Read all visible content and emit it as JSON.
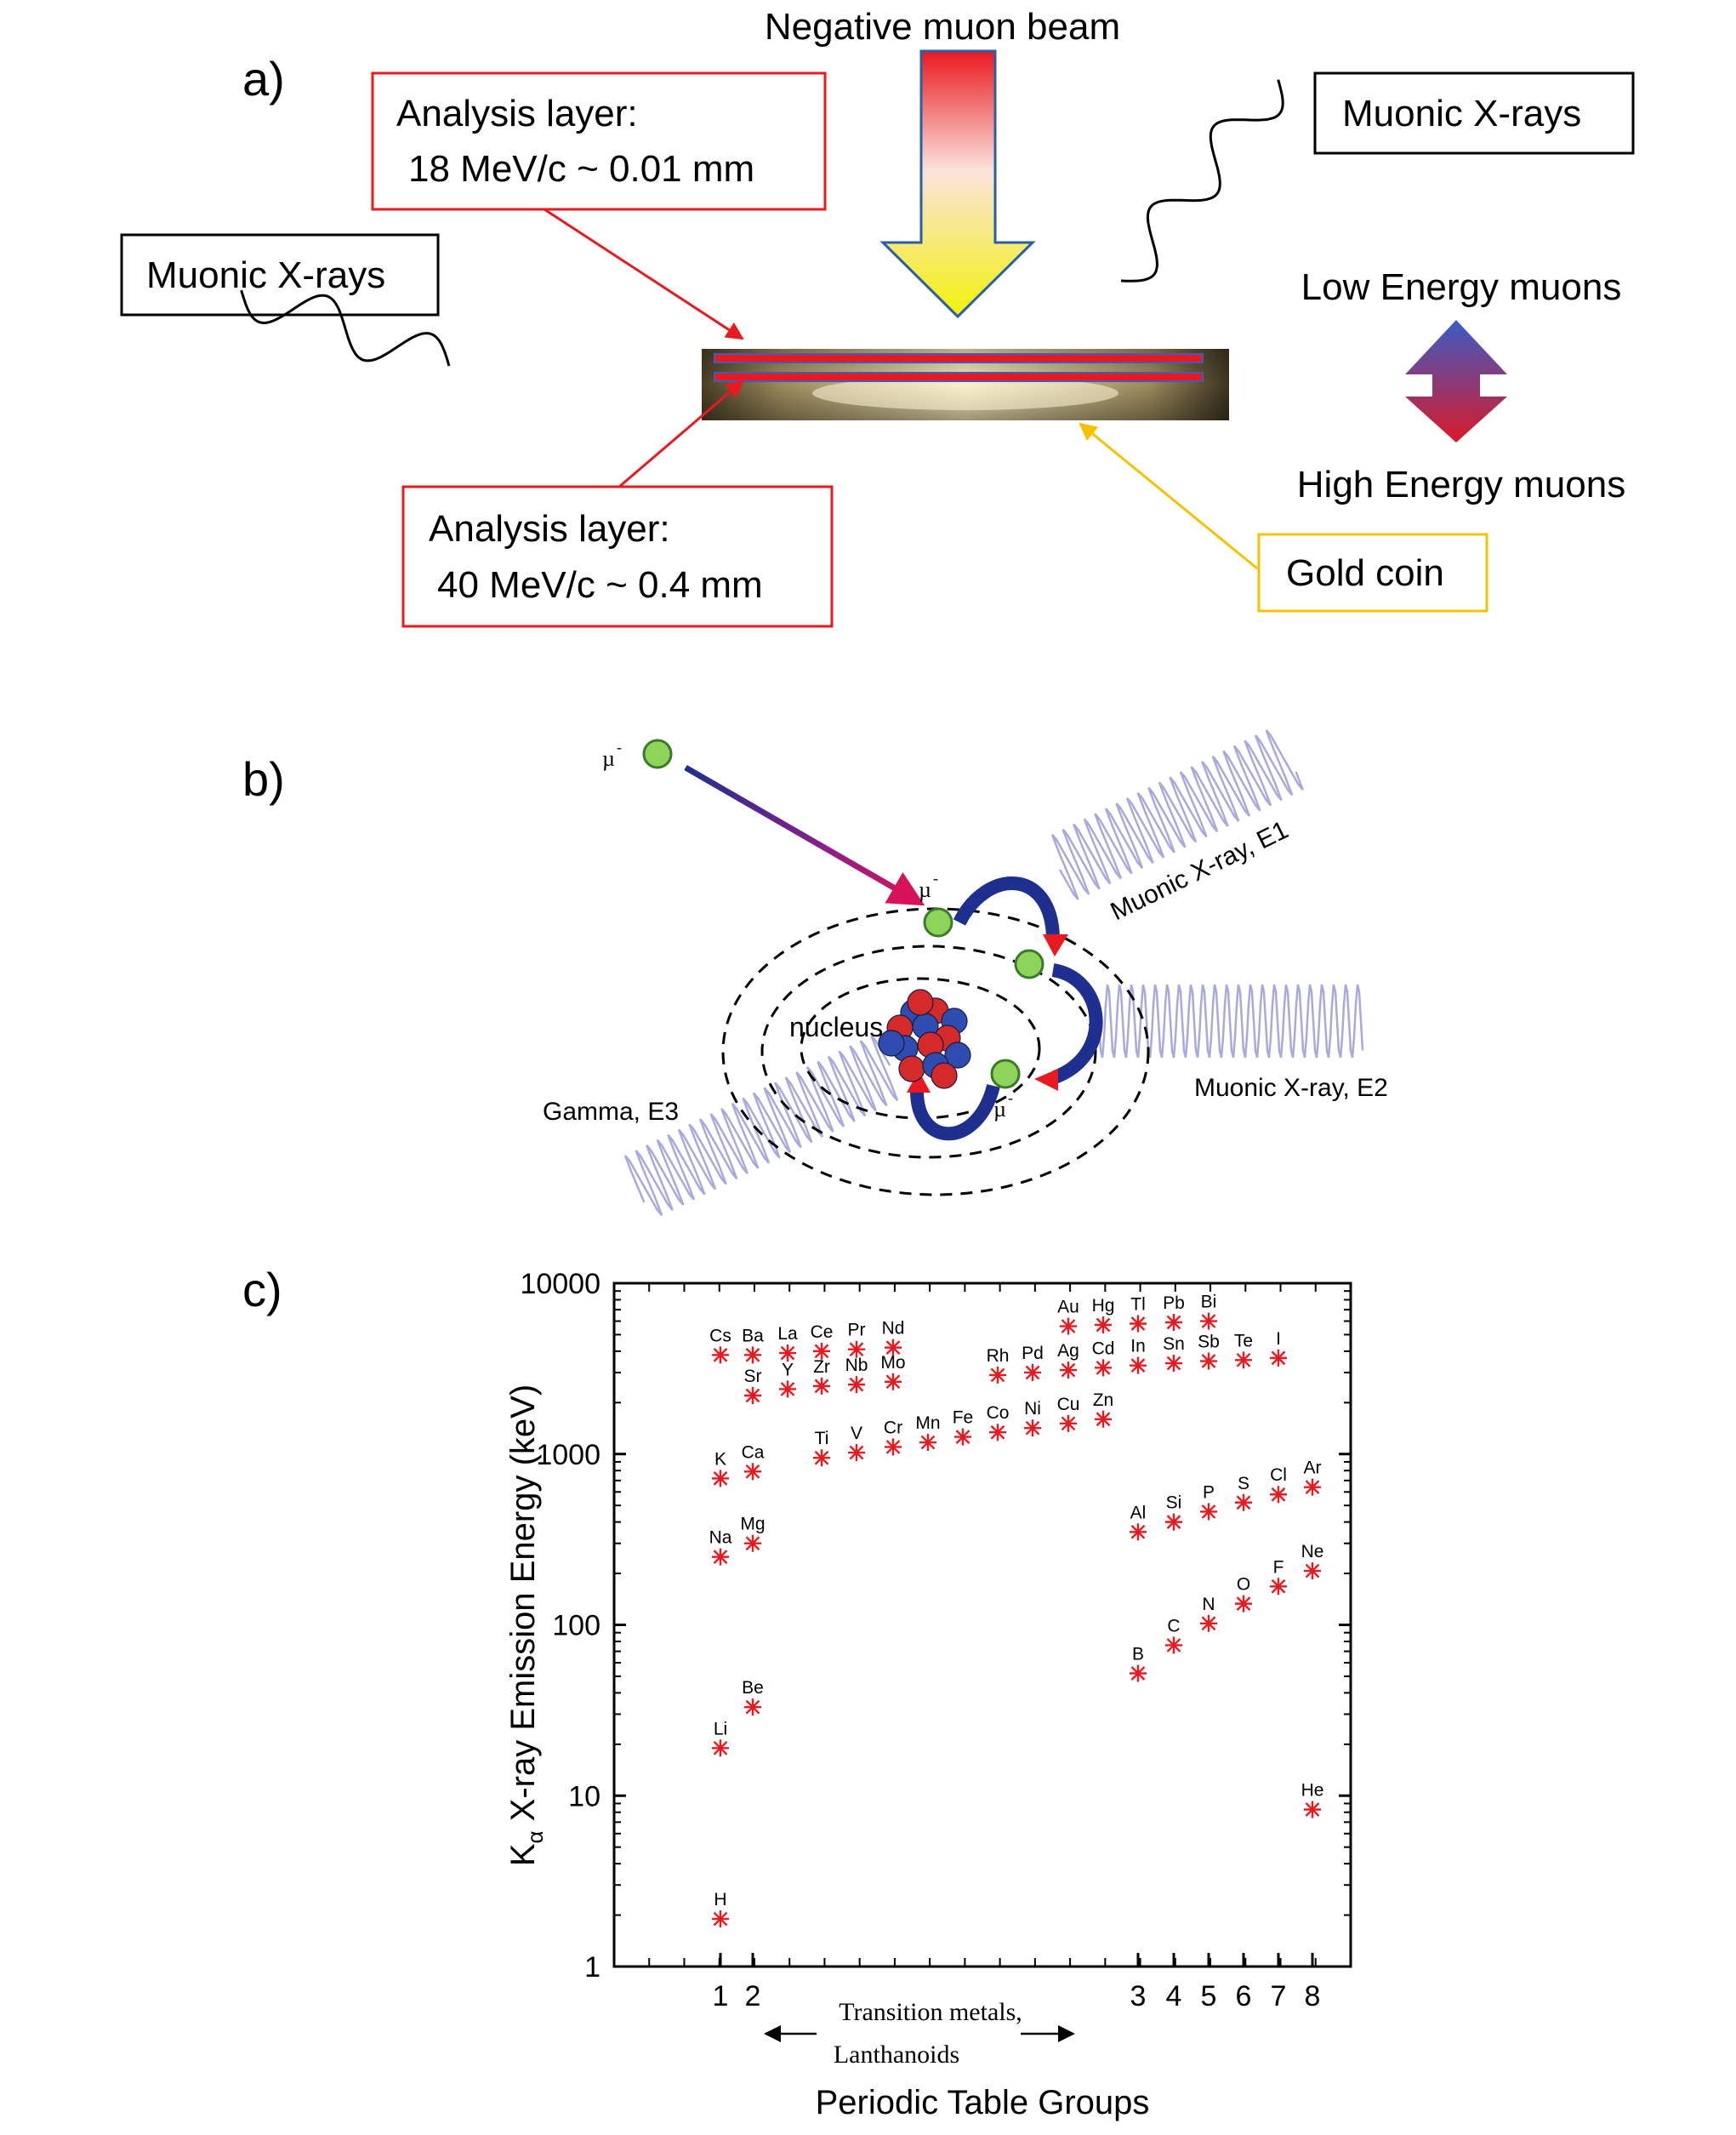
{
  "panel_a": {
    "label": "a)",
    "beam_label": "Negative muon beam",
    "analysis_top": {
      "line1": "Analysis layer:",
      "line2": "18 MeV/c ~ 0.01 mm"
    },
    "analysis_bottom": {
      "line1": "Analysis layer:",
      "line2": "40 MeV/c ~ 0.4 mm"
    },
    "xray_left": "Muonic X-rays",
    "xray_right": "Muonic X-rays",
    "low_energy": "Low Energy muons",
    "high_energy": "High Energy muons",
    "coin_label": "Gold coin",
    "colors": {
      "red": "#e8191f",
      "gold": "#f5c200",
      "arrow_top": "#e8191f",
      "arrow_bottom": "#f2f20a"
    }
  },
  "panel_b": {
    "label": "b)",
    "muon_symbol": "µ",
    "muon_superscript": "-",
    "nucleus_label": "nucleus",
    "xray_e1": "Muonic X-ray, E1",
    "xray_e2": "Muonic X-ray, E2",
    "gamma_e3": "Gamma, E3",
    "colors": {
      "muon": "#8ed35a",
      "wave": "#a9a9dc",
      "proton": "#d42a2a",
      "neutron": "#2f4db0"
    }
  },
  "panel_c": {
    "label": "c)",
    "transition_label_1": "Transition metals,",
    "transition_label_2": "Lanthanoids",
    "chart_data": {
      "type": "scatter",
      "xlabel": "Periodic Table Groups",
      "ylabel_main": "K",
      "ylabel_sub": "α",
      "ylabel_rest": " X-ray Emission Energy (keV)",
      "y_scale": "log",
      "ylim": [
        1,
        10000
      ],
      "y_ticks": [
        {
          "value": 1,
          "label": "1"
        },
        {
          "value": 10,
          "label": "10"
        },
        {
          "value": 100,
          "label": "100"
        },
        {
          "value": 1000,
          "label": "1000"
        },
        {
          "value": 10000,
          "label": "10000"
        }
      ],
      "xlim": [
        0,
        21
      ],
      "x_ticks": [
        {
          "value": 2,
          "label": "1"
        },
        {
          "value": 3,
          "label": "2"
        },
        {
          "value": 14,
          "label": "3"
        },
        {
          "value": 15,
          "label": "4"
        },
        {
          "value": 16,
          "label": "5"
        },
        {
          "value": 17,
          "label": "6"
        },
        {
          "value": 18,
          "label": "7"
        },
        {
          "value": 19,
          "label": "8"
        }
      ],
      "marker_color": "#e8191f",
      "points": [
        {
          "label": "H",
          "x": 2,
          "y": 1.9
        },
        {
          "label": "Li",
          "x": 2,
          "y": 19
        },
        {
          "label": "Na",
          "x": 2,
          "y": 250
        },
        {
          "label": "K",
          "x": 2,
          "y": 720
        },
        {
          "label": "Cs",
          "x": 2,
          "y": 3800
        },
        {
          "label": "Be",
          "x": 3,
          "y": 33
        },
        {
          "label": "Mg",
          "x": 3,
          "y": 300
        },
        {
          "label": "Ca",
          "x": 3,
          "y": 790
        },
        {
          "label": "Sr",
          "x": 3,
          "y": 2200
        },
        {
          "label": "Ba",
          "x": 3,
          "y": 3800
        },
        {
          "label": "Y",
          "x": 4,
          "y": 2400
        },
        {
          "label": "La",
          "x": 4,
          "y": 3900
        },
        {
          "label": "Ti",
          "x": 5,
          "y": 950
        },
        {
          "label": "Zr",
          "x": 5,
          "y": 2500
        },
        {
          "label": "Ce",
          "x": 5,
          "y": 4000
        },
        {
          "label": "V",
          "x": 6,
          "y": 1020
        },
        {
          "label": "Nb",
          "x": 6,
          "y": 2550
        },
        {
          "label": "Pr",
          "x": 6,
          "y": 4100
        },
        {
          "label": "Cr",
          "x": 7,
          "y": 1100
        },
        {
          "label": "Mo",
          "x": 7,
          "y": 2650
        },
        {
          "label": "Nd",
          "x": 7,
          "y": 4200
        },
        {
          "label": "Mn",
          "x": 8,
          "y": 1170
        },
        {
          "label": "Fe",
          "x": 9,
          "y": 1260
        },
        {
          "label": "Co",
          "x": 10,
          "y": 1340
        },
        {
          "label": "Rh",
          "x": 10,
          "y": 2900
        },
        {
          "label": "Ni",
          "x": 11,
          "y": 1420
        },
        {
          "label": "Pd",
          "x": 11,
          "y": 3000
        },
        {
          "label": "Cu",
          "x": 12,
          "y": 1510
        },
        {
          "label": "Ag",
          "x": 12,
          "y": 3100
        },
        {
          "label": "Au",
          "x": 12,
          "y": 5600
        },
        {
          "label": "Zn",
          "x": 13,
          "y": 1600
        },
        {
          "label": "Cd",
          "x": 13,
          "y": 3200
        },
        {
          "label": "Hg",
          "x": 13,
          "y": 5700
        },
        {
          "label": "B",
          "x": 14,
          "y": 52
        },
        {
          "label": "Al",
          "x": 14,
          "y": 350
        },
        {
          "label": "In",
          "x": 14,
          "y": 3300
        },
        {
          "label": "Tl",
          "x": 14,
          "y": 5800
        },
        {
          "label": "C",
          "x": 15,
          "y": 76
        },
        {
          "label": "Si",
          "x": 15,
          "y": 400
        },
        {
          "label": "Sn",
          "x": 15,
          "y": 3400
        },
        {
          "label": "Pb",
          "x": 15,
          "y": 5900
        },
        {
          "label": "N",
          "x": 16,
          "y": 102
        },
        {
          "label": "P",
          "x": 16,
          "y": 460
        },
        {
          "label": "Sb",
          "x": 16,
          "y": 3500
        },
        {
          "label": "Bi",
          "x": 16,
          "y": 6000
        },
        {
          "label": "O",
          "x": 17,
          "y": 133
        },
        {
          "label": "S",
          "x": 17,
          "y": 520
        },
        {
          "label": "Te",
          "x": 17,
          "y": 3550
        },
        {
          "label": "F",
          "x": 18,
          "y": 168
        },
        {
          "label": "Cl",
          "x": 18,
          "y": 580
        },
        {
          "label": "I",
          "x": 18,
          "y": 3650
        },
        {
          "label": "He",
          "x": 19,
          "y": 8.3
        },
        {
          "label": "Ne",
          "x": 19,
          "y": 207
        },
        {
          "label": "Ar",
          "x": 19,
          "y": 640
        }
      ]
    }
  }
}
